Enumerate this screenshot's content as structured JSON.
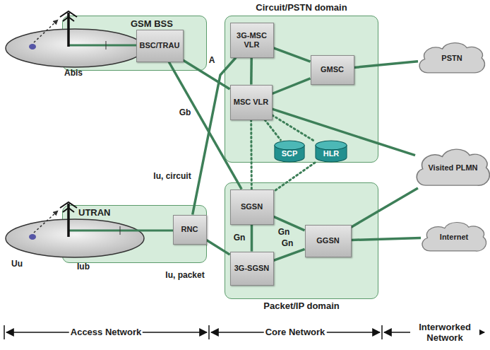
{
  "diagram": {
    "nodes": [
      {
        "text": [
          "GSM BSS"
        ]
      },
      {
        "text": [
          "BSC/TRAU"
        ],
        "in": 0
      },
      {
        "text": [
          "UTRAN"
        ]
      },
      {
        "text": [
          "RNC"
        ],
        "in": 2
      },
      {
        "text": [
          "Circuit/PSTN domain"
        ]
      },
      {
        "text": [
          "3G-MSC VLR"
        ],
        "in": 4
      },
      {
        "text": [
          "MSC VLR"
        ],
        "in": 4
      },
      {
        "text": [
          "GMSC"
        ],
        "in": 4
      },
      {
        "text": [
          "Packet/IP domain"
        ]
      },
      {
        "text": [
          "SGSN"
        ],
        "in": 8
      },
      {
        "text": [
          "3G-SGSN"
        ],
        "in": 8
      },
      {
        "text": [
          "GGSN"
        ],
        "in": 8
      },
      {
        "text": [
          "SCP"
        ]
      },
      {
        "text": [
          "HLR"
        ]
      },
      {
        "text": [
          "PSTN"
        ]
      },
      {
        "text": [
          "Visited PLMN"
        ]
      },
      {
        "text": [
          "Internet"
        ]
      }
    ],
    "edges": [
      {
        "from": 1,
        "to": 6,
        "arrow": "none",
        "label": "A"
      },
      {
        "from": 1,
        "to": 9,
        "arrow": "none",
        "label": "Gb"
      },
      {
        "from": 3,
        "to": 5,
        "arrow": "none",
        "label": "Iu, circuit"
      },
      {
        "from": 3,
        "to": 10,
        "arrow": "none",
        "label": "Iu, packet"
      },
      {
        "from": 5,
        "to": 7,
        "arrow": "none"
      },
      {
        "from": 6,
        "to": 7,
        "arrow": "none"
      },
      {
        "from": 5,
        "to": 6,
        "arrow": "none"
      },
      {
        "from": 7,
        "to": 14,
        "arrow": "none"
      },
      {
        "from": 6,
        "to": 15,
        "arrow": "none"
      },
      {
        "from": 6,
        "to": 12,
        "arrow": "none"
      },
      {
        "from": 6,
        "to": 13,
        "arrow": "none"
      },
      {
        "from": 6,
        "to": 9,
        "arrow": "none"
      },
      {
        "from": 13,
        "to": 9,
        "arrow": "none"
      },
      {
        "from": 9,
        "to": 10,
        "arrow": "none",
        "label": "Gn"
      },
      {
        "from": 9,
        "to": 11,
        "arrow": "none",
        "label": "Gn"
      },
      {
        "from": 10,
        "to": 11,
        "arrow": "none",
        "label": "Gn"
      },
      {
        "from": 11,
        "to": 15,
        "arrow": "none"
      },
      {
        "from": 11,
        "to": 16,
        "arrow": "none"
      }
    ],
    "labels": [
      "Abis",
      "Uu",
      "Iub",
      "Access Network",
      "Core Network",
      "Interworked Network"
    ]
  }
}
